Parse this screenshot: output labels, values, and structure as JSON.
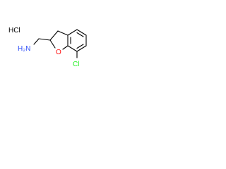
{
  "molecule": {
    "salt_label": "HCl",
    "amine_label": "H₂N",
    "oxygen_label": "O",
    "chlorine_label": "Cl"
  },
  "colors": {
    "bond": "#000000",
    "carbon_text": "#000000",
    "nitrogen": "#3050F8",
    "oxygen": "#FF0D0D",
    "chlorine": "#1FF01F"
  }
}
